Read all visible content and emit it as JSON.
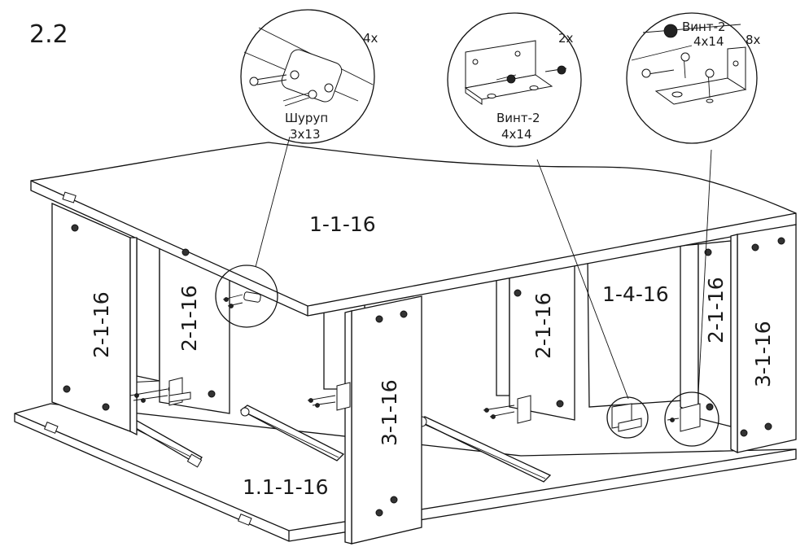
{
  "step_number": "2.2",
  "panels": {
    "top": "1-1-16",
    "bottom": "1.1-1-16",
    "side_left_outer": "2-1-16",
    "side_left_inner": "2-1-16",
    "side_center": "3-1-16",
    "side_right_inner": "2-1-16",
    "back": "1-4-16",
    "side_right_inner2": "2-1-16",
    "side_right_outer": "3-1-16"
  },
  "callouts": [
    {
      "qty": "4x",
      "name": "Шуруп",
      "size": "3x13"
    },
    {
      "qty": "2x",
      "name": "Винт-2",
      "size": "4x14"
    },
    {
      "qty": "8x",
      "name": "Винт-2",
      "size": "4x14"
    }
  ]
}
